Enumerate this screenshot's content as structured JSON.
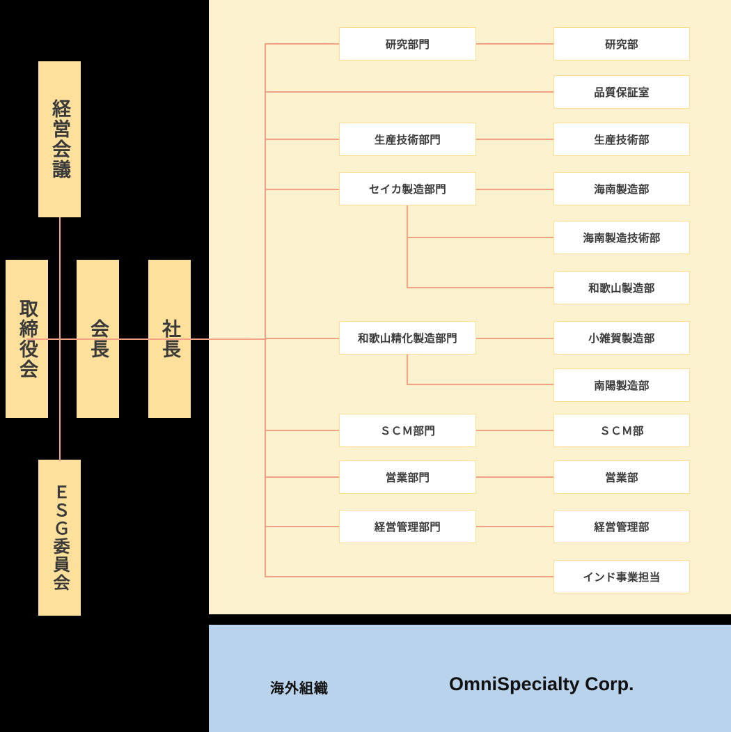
{
  "colors": {
    "page_background": "#000000",
    "panel_background": "#FDF2D0",
    "overseas_background": "#B9D3EC",
    "executive_box_fill": "#FCE09B",
    "node_fill": "#FFFFFF",
    "node_border": "#FBDE8E",
    "connector": "#F3A185",
    "text": "#3A3A3A"
  },
  "executive": {
    "management_meeting": "経営会議",
    "board_of_directors": "取締役会",
    "chairman": "会長",
    "president": "社長",
    "esg_committee": "ＥＳＧ委員会"
  },
  "divisions": [
    {
      "label": "研究部門"
    },
    {
      "label": "生産技術部門"
    },
    {
      "label": "セイカ製造部門"
    },
    {
      "label": "和歌山精化製造部門"
    },
    {
      "label": "ＳＣＭ部門"
    },
    {
      "label": "営業部門"
    },
    {
      "label": "経営管理部門"
    }
  ],
  "departments": [
    {
      "label": "研究部"
    },
    {
      "label": "品質保証室"
    },
    {
      "label": "生産技術部"
    },
    {
      "label": "海南製造部"
    },
    {
      "label": "海南製造技術部"
    },
    {
      "label": "和歌山製造部"
    },
    {
      "label": "小雑賀製造部"
    },
    {
      "label": "南陽製造部"
    },
    {
      "label": "ＳＣＭ部"
    },
    {
      "label": "営業部"
    },
    {
      "label": "経営管理部"
    },
    {
      "label": "インド事業担当"
    }
  ],
  "overseas": {
    "section_label": "海外組織",
    "company": "OmniSpecialty Corp."
  }
}
